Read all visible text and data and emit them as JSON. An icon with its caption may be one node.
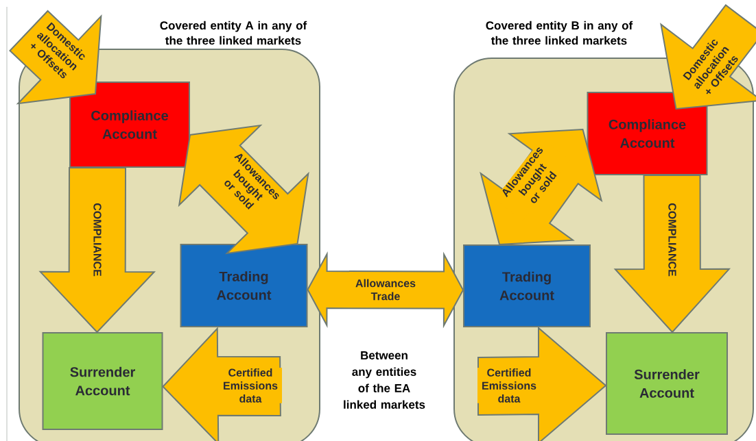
{
  "diagram": {
    "nodes": [
      {
        "text": [
          "Covered entity A in any of the three linked markets"
        ]
      },
      {
        "text": [
          "Compliance Account"
        ],
        "in": 0
      },
      {
        "text": [
          "Trading Account"
        ],
        "in": 0
      },
      {
        "text": [
          "Surrender Account"
        ],
        "in": 0
      },
      {
        "text": [
          "Covered entity B in any of the three linked markets"
        ]
      },
      {
        "text": [
          "Compliance Account"
        ],
        "in": 4
      },
      {
        "text": [
          "Trading Account"
        ],
        "in": 4
      },
      {
        "text": [
          "Surrender Account"
        ],
        "in": 4
      }
    ],
    "edges": [
      {
        "from": null,
        "to": 1,
        "arrow": "to",
        "label": "Domestic allocation + Offsets"
      },
      {
        "from": 1,
        "to": 3,
        "arrow": "to",
        "label": "COMPLIANCE"
      },
      {
        "from": 1,
        "to": 2,
        "arrow": "both",
        "label": "Allowances bought or sold"
      },
      {
        "from": 2,
        "to": 3,
        "arrow": "to",
        "label": "Certified Emissions data"
      },
      {
        "from": 2,
        "to": 6,
        "arrow": "both",
        "label": "Allowances Trade"
      },
      {
        "from": null,
        "to": 5,
        "arrow": "to",
        "label": "Domestic allocation + Offsets"
      },
      {
        "from": 6,
        "to": 5,
        "arrow": "both",
        "label": "Allowances bought or sold"
      },
      {
        "from": 5,
        "to": 7,
        "arrow": "to",
        "label": "COMPLIANCE"
      },
      {
        "from": 6,
        "to": 7,
        "arrow": "to",
        "label": "Certified Emissions data"
      }
    ],
    "labels": [
      "Between any entities of the EA linked markets"
    ]
  }
}
